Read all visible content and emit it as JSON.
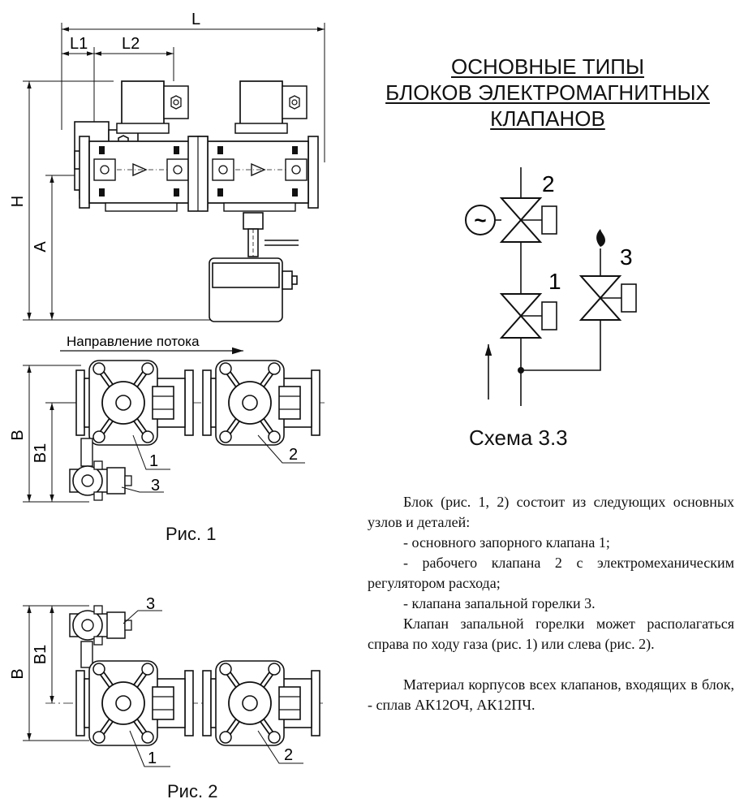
{
  "title": {
    "line1": "ОСНОВНЫЕ ТИПЫ",
    "line2": "БЛОКОВ ЭЛЕКТРОМАГНИТНЫХ",
    "line3": "КЛАПАНОВ"
  },
  "dimensions": {
    "L": "L",
    "L1": "L1",
    "L2": "L2",
    "H": "H",
    "A": "A",
    "B": "B",
    "B1": "B1"
  },
  "flow_direction_label": "Направление потока",
  "figure1": {
    "caption": "Рис. 1",
    "callouts": [
      "1",
      "2",
      "3"
    ]
  },
  "figure2": {
    "caption": "Рис. 2",
    "callouts": [
      "1",
      "2",
      "3"
    ]
  },
  "scheme": {
    "caption": "Схема 3.3",
    "valve_labels": {
      "main": "1",
      "working": "2",
      "pilot": "3"
    },
    "regulator_symbol": "~"
  },
  "description": {
    "intro": "Блок (рис. 1, 2) состоит из следующих основных узлов и деталей:",
    "items": [
      "- основного запорного клапана 1;",
      "- рабочего клапана 2 с электромеханическим регулятором расхода;",
      "- клапана запальной горелки 3."
    ],
    "pilot_note": "Клапан запальной горелки может располагаться справа по ходу газа (рис. 1) или слева (рис. 2).",
    "material_note": "Материал корпусов всех клапанов, входящих в блок, - сплав АК12ОЧ, АК12ПЧ."
  }
}
